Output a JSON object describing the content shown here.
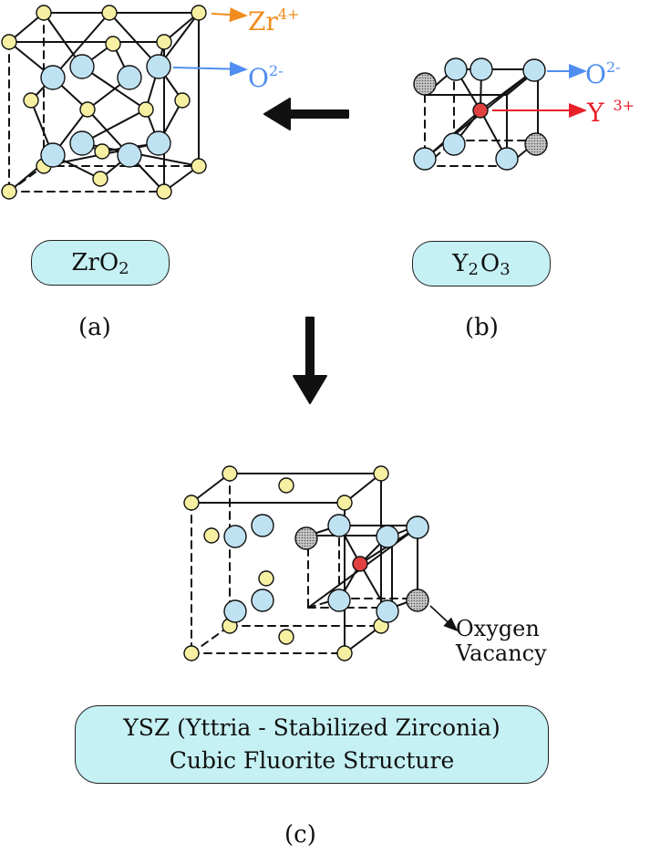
{
  "panel_a": {
    "formula_main": "ZrO",
    "formula_sub": "2",
    "caption": "(a)",
    "zr_label": "Zr",
    "zr_charge": "4+",
    "o_label": "O",
    "o_charge": "2-"
  },
  "panel_b": {
    "y_sym": "Y",
    "y_sub": "2",
    "o_sym": "O",
    "o_sub": "3",
    "caption": "(b)",
    "o_label": "O",
    "o_charge": "2-",
    "y_label": "Y",
    "y_charge": "3+"
  },
  "panel_c": {
    "title_line1": "YSZ (Yttria - Stabilized Zirconia)",
    "title_line2": "Cubic Fluorite Structure",
    "caption": "(c)",
    "vacancy_line1": "Oxygen",
    "vacancy_line2": "Vacancy"
  },
  "colors": {
    "zr_ion": "#f7f0a2",
    "o_ion": "#bfe2f2",
    "y_ion": "#e04040",
    "vacancy": "#9c9c9c",
    "pill_fill": "#c6f1f4",
    "zr_label": "#f08c1e",
    "o_label": "#4f8ef0",
    "y_label": "#e8202a"
  }
}
